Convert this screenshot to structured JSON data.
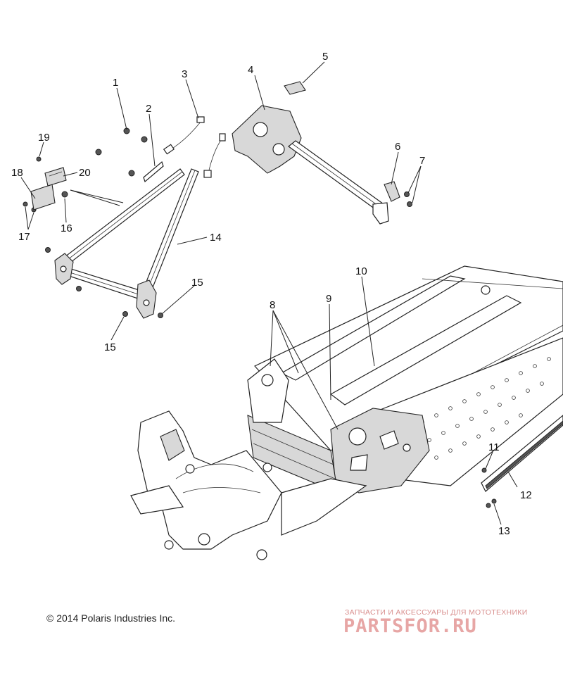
{
  "diagram": {
    "callouts": [
      "1",
      "2",
      "3",
      "4",
      "5",
      "6",
      "7",
      "8",
      "9",
      "10",
      "11",
      "12",
      "13",
      "14",
      "15",
      "15",
      "16",
      "17",
      "18",
      "19",
      "20"
    ]
  },
  "footer": {
    "copyright": "© 2014 Polaris Industries Inc."
  },
  "watermark": {
    "subtitle": "ЗАПЧАСТИ И АКСЕССУАРЫ ДЛЯ МОТОТЕХНИКИ",
    "logo": "PARTSFOR.RU",
    "logo_color": "#e7a6a5"
  }
}
